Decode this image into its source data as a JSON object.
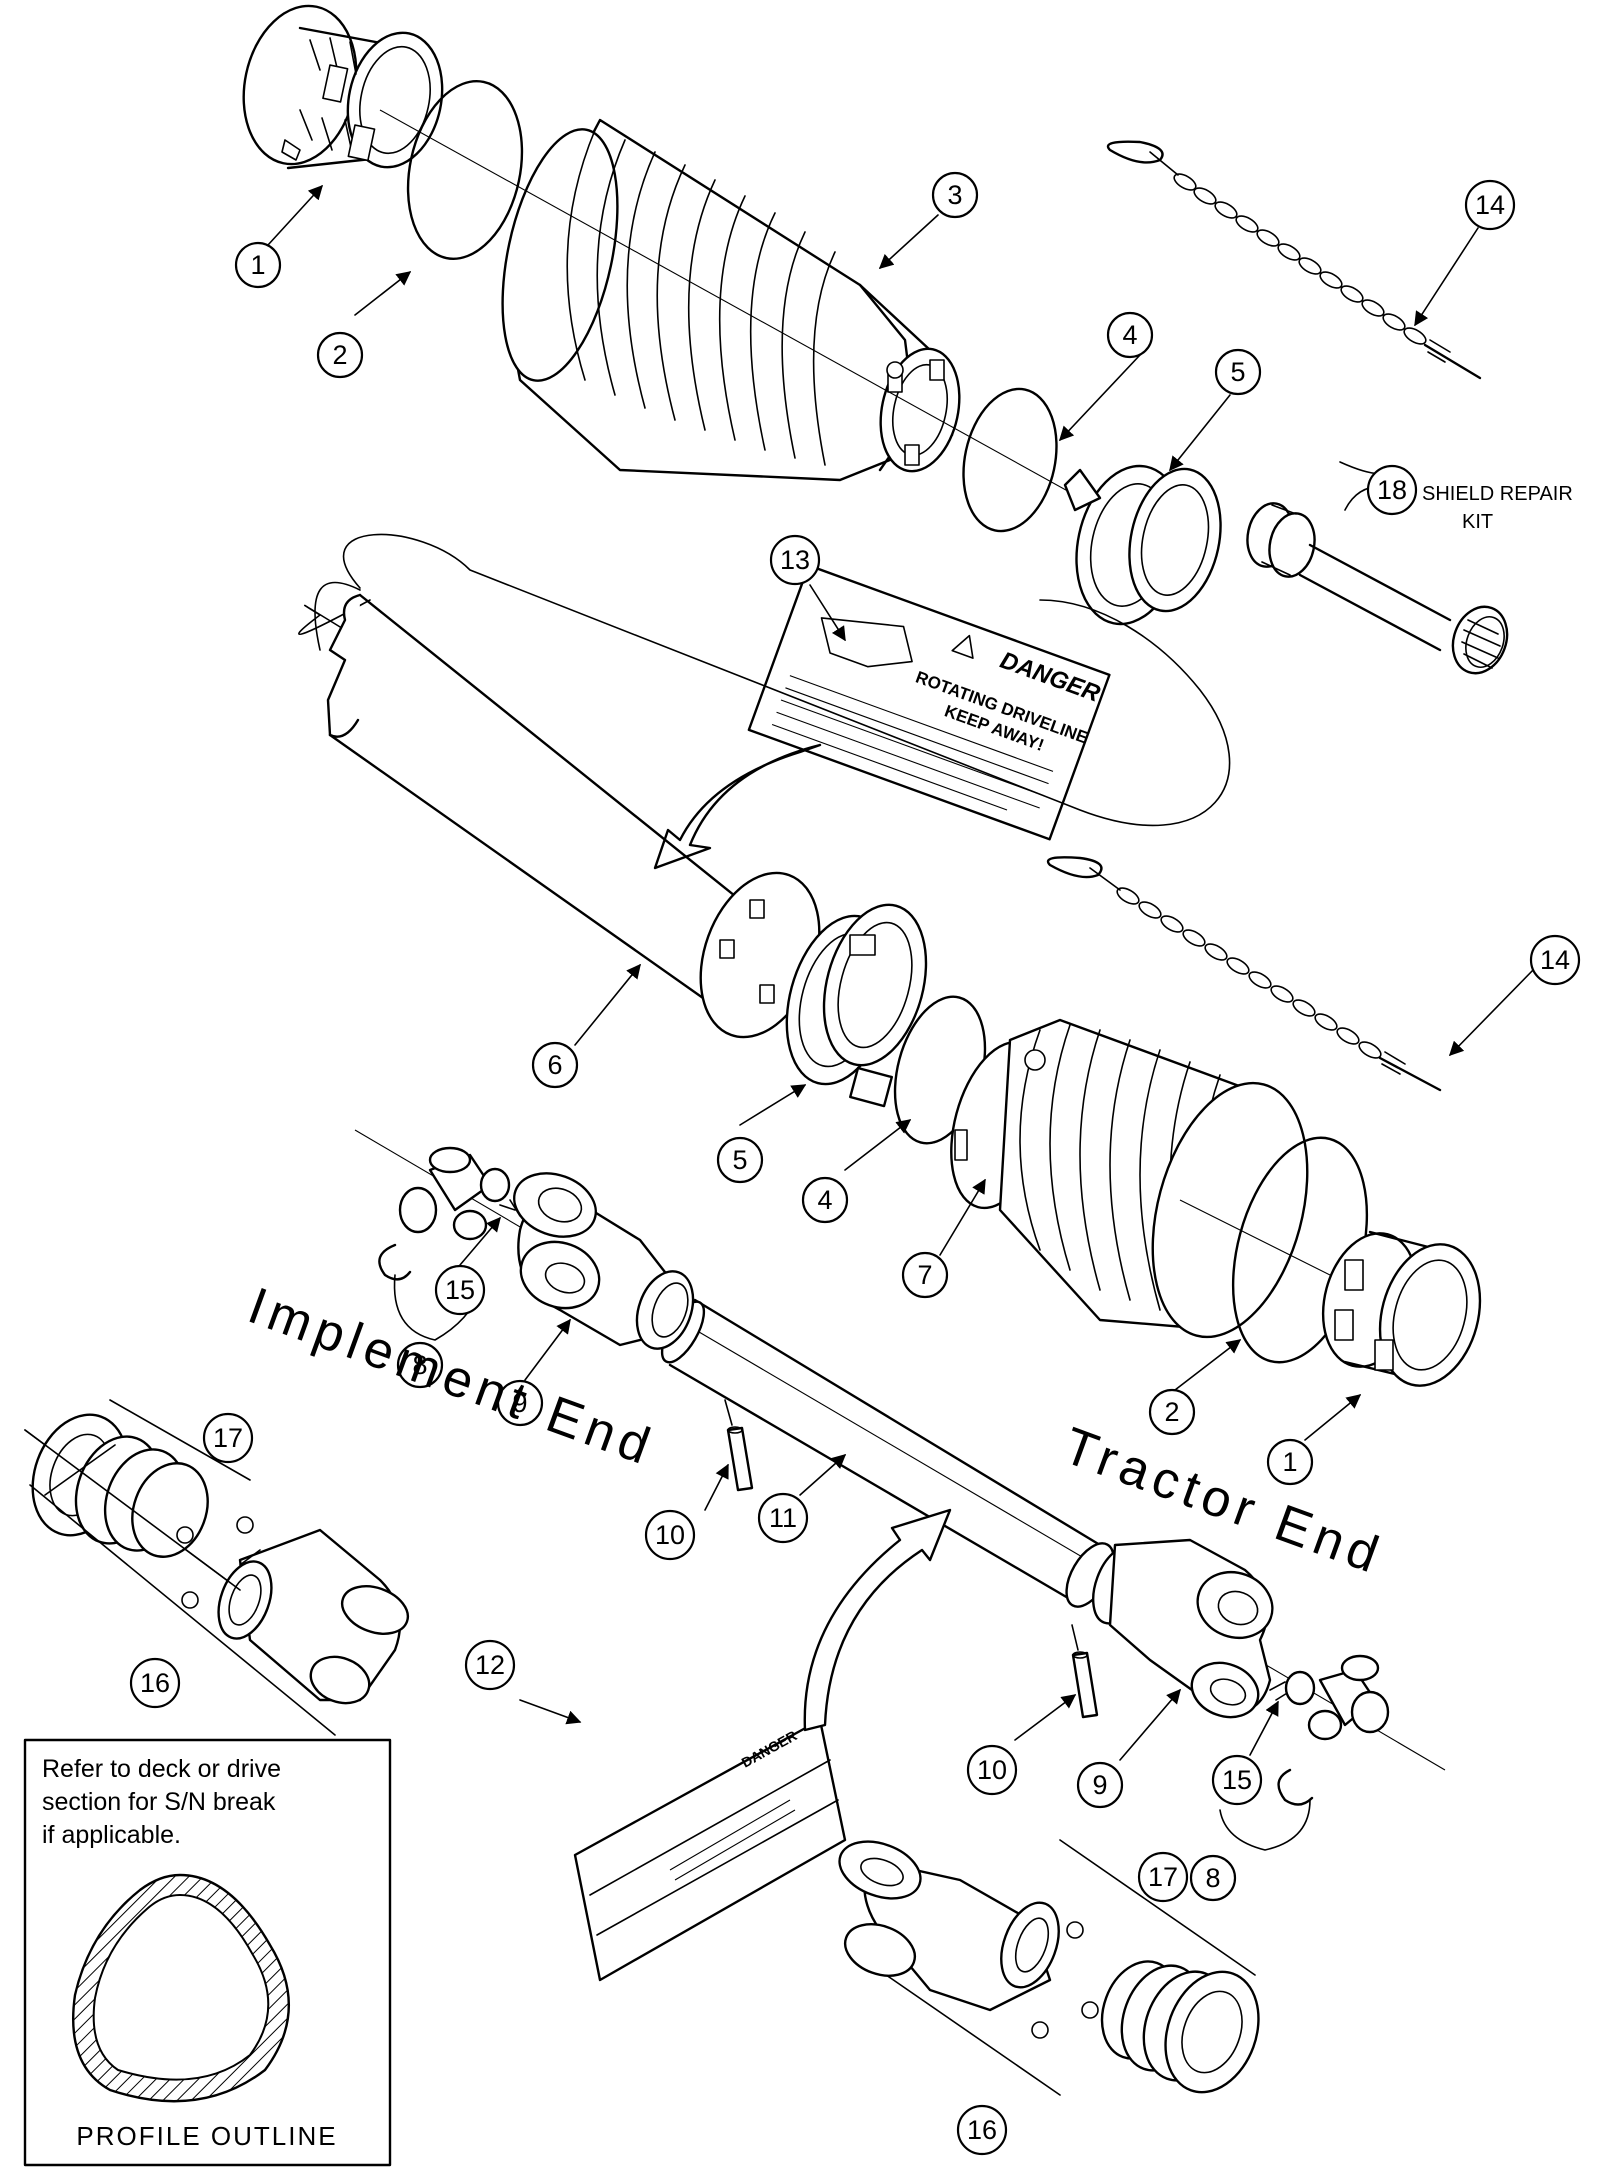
{
  "callouts": {
    "c1": "1",
    "c2": "2",
    "c3": "3",
    "c4": "4",
    "c5": "5",
    "c6": "6",
    "c7": "7",
    "c8": "8",
    "c9": "9",
    "c10": "10",
    "c11": "11",
    "c12": "12",
    "c13": "13",
    "c14": "14",
    "c15": "15",
    "c16": "16",
    "c17": "17",
    "c18": "18"
  },
  "labels": {
    "shield_repair_line1": "SHIELD REPAIR",
    "shield_repair_line2": "KIT",
    "implement_end": "Implement End",
    "tractor_end": "Tractor End"
  },
  "decal_13": {
    "header": "DANGER",
    "title": "ROTATING DRIVELINE",
    "subtitle": "KEEP AWAY!"
  },
  "decal_12": {
    "header": "DANGER"
  },
  "note_box": {
    "line1": "Refer to deck or drive",
    "line2": "section for S/N break",
    "line3": "if applicable.",
    "caption": "PROFILE OUTLINE"
  }
}
